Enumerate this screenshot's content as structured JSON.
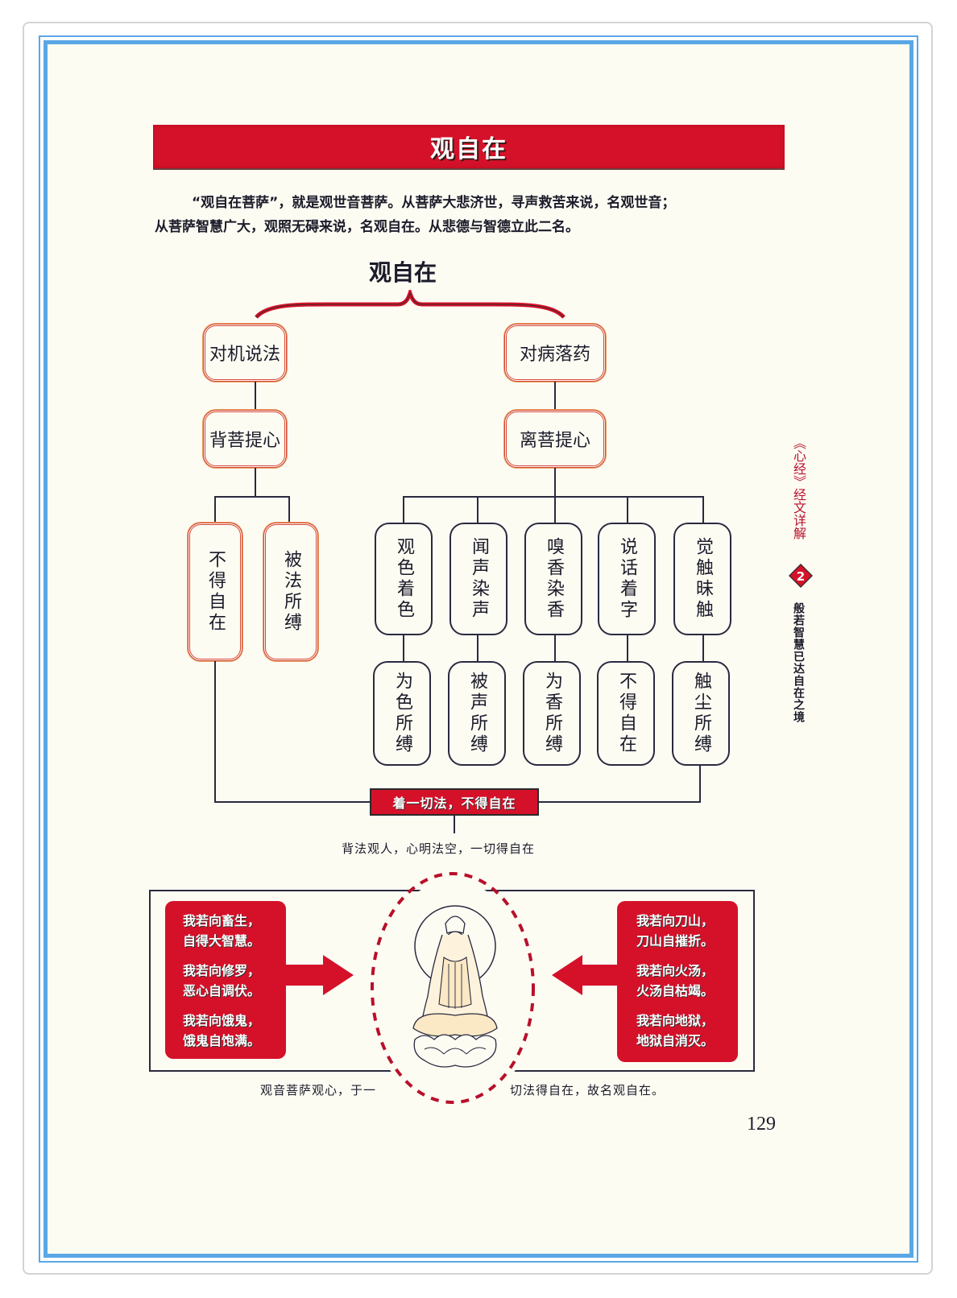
{
  "header": {
    "title": "观自在"
  },
  "intro": {
    "paragraph_1": "“观自在菩萨”，就是观世音菩萨。从菩萨大悲济世，寻声救苦来说，名观世音；",
    "paragraph_2": "从菩萨智慧广大，观照无碍来说，名观自在。从悲德与智德立此二名。"
  },
  "diagram": {
    "title": "观自在",
    "left_branch": {
      "level1": "对机说法",
      "level2": "背菩提心",
      "leaves": [
        "不得自在",
        "被法所缚"
      ]
    },
    "right_branch": {
      "level1": "对病落药",
      "level2": "离菩提心",
      "senses": [
        {
          "top": "观色着色",
          "bottom": "为色所缚"
        },
        {
          "top": "闻声染声",
          "bottom": "被声所缚"
        },
        {
          "top": "嗅香染香",
          "bottom": "为香所缚"
        },
        {
          "top": "说话着字",
          "bottom": "不得自在"
        },
        {
          "top": "觉触昧触",
          "bottom": "触尘所缚"
        }
      ]
    },
    "convergence_label": "着一切法，不得自在",
    "conclusion": "背法观人，心明法空，一切得自在"
  },
  "illustration": {
    "left_panel": [
      [
        "我若向畜生，",
        "自得大智慧。"
      ],
      [
        "我若向修罗，",
        "恶心自调伏。"
      ],
      [
        "我若向饿鬼，",
        "饿鬼自饱满。"
      ]
    ],
    "right_panel": [
      [
        "我若向刀山，",
        "刀山自摧折。"
      ],
      [
        "我若向火汤，",
        "火汤自枯竭。"
      ],
      [
        "我若向地狱，",
        "地狱自消灭。"
      ]
    ],
    "figure": "seated-bodhisattva-on-lotus",
    "caption_left": "观音菩萨观心，于一",
    "caption_right": "切法得自在，故名观自在。"
  },
  "sidebar": {
    "book_title": "《心经》经文详解",
    "chapter_number": "2",
    "chapter_title": "般若智慧已达自在之境"
  },
  "footer": {
    "page_number": "129"
  },
  "colors": {
    "accent_red": "#d5112a",
    "frame_blue": "#5aa7e6",
    "paper": "#fdfcf3",
    "ink": "#1b1b2a"
  }
}
